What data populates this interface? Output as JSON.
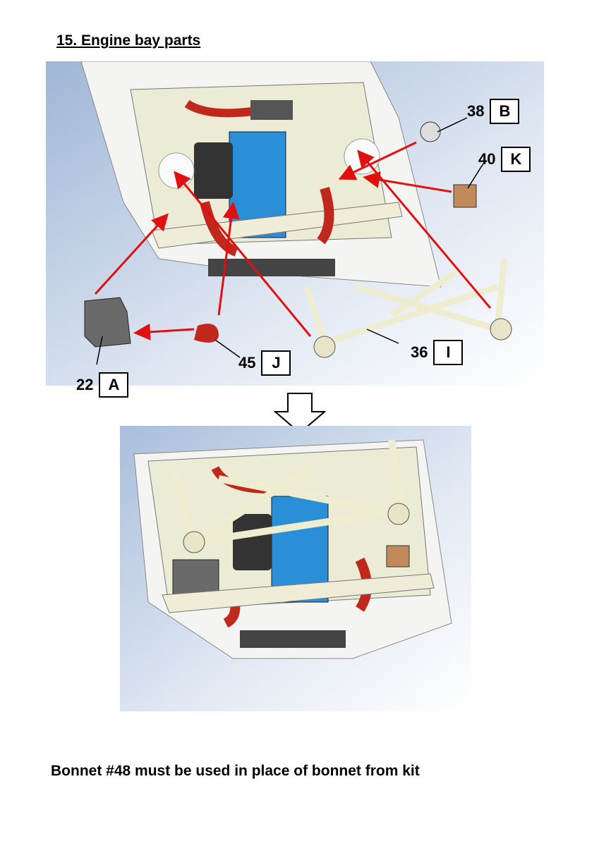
{
  "title": "15. Engine bay parts",
  "parts": [
    {
      "number": "38",
      "letter": "B"
    },
    {
      "number": "40",
      "letter": "K"
    },
    {
      "number": "22",
      "letter": "A"
    },
    {
      "number": "45",
      "letter": "J"
    },
    {
      "number": "36",
      "letter": "I"
    }
  ],
  "colors": {
    "arrow": "#e01010",
    "background_top": "#a9bedb",
    "frame": "#efedd8",
    "engine": "#2b8fd8",
    "hose": "#c0281c"
  },
  "footer_note": "Bonnet #48 must be used in place of bonnet from kit"
}
